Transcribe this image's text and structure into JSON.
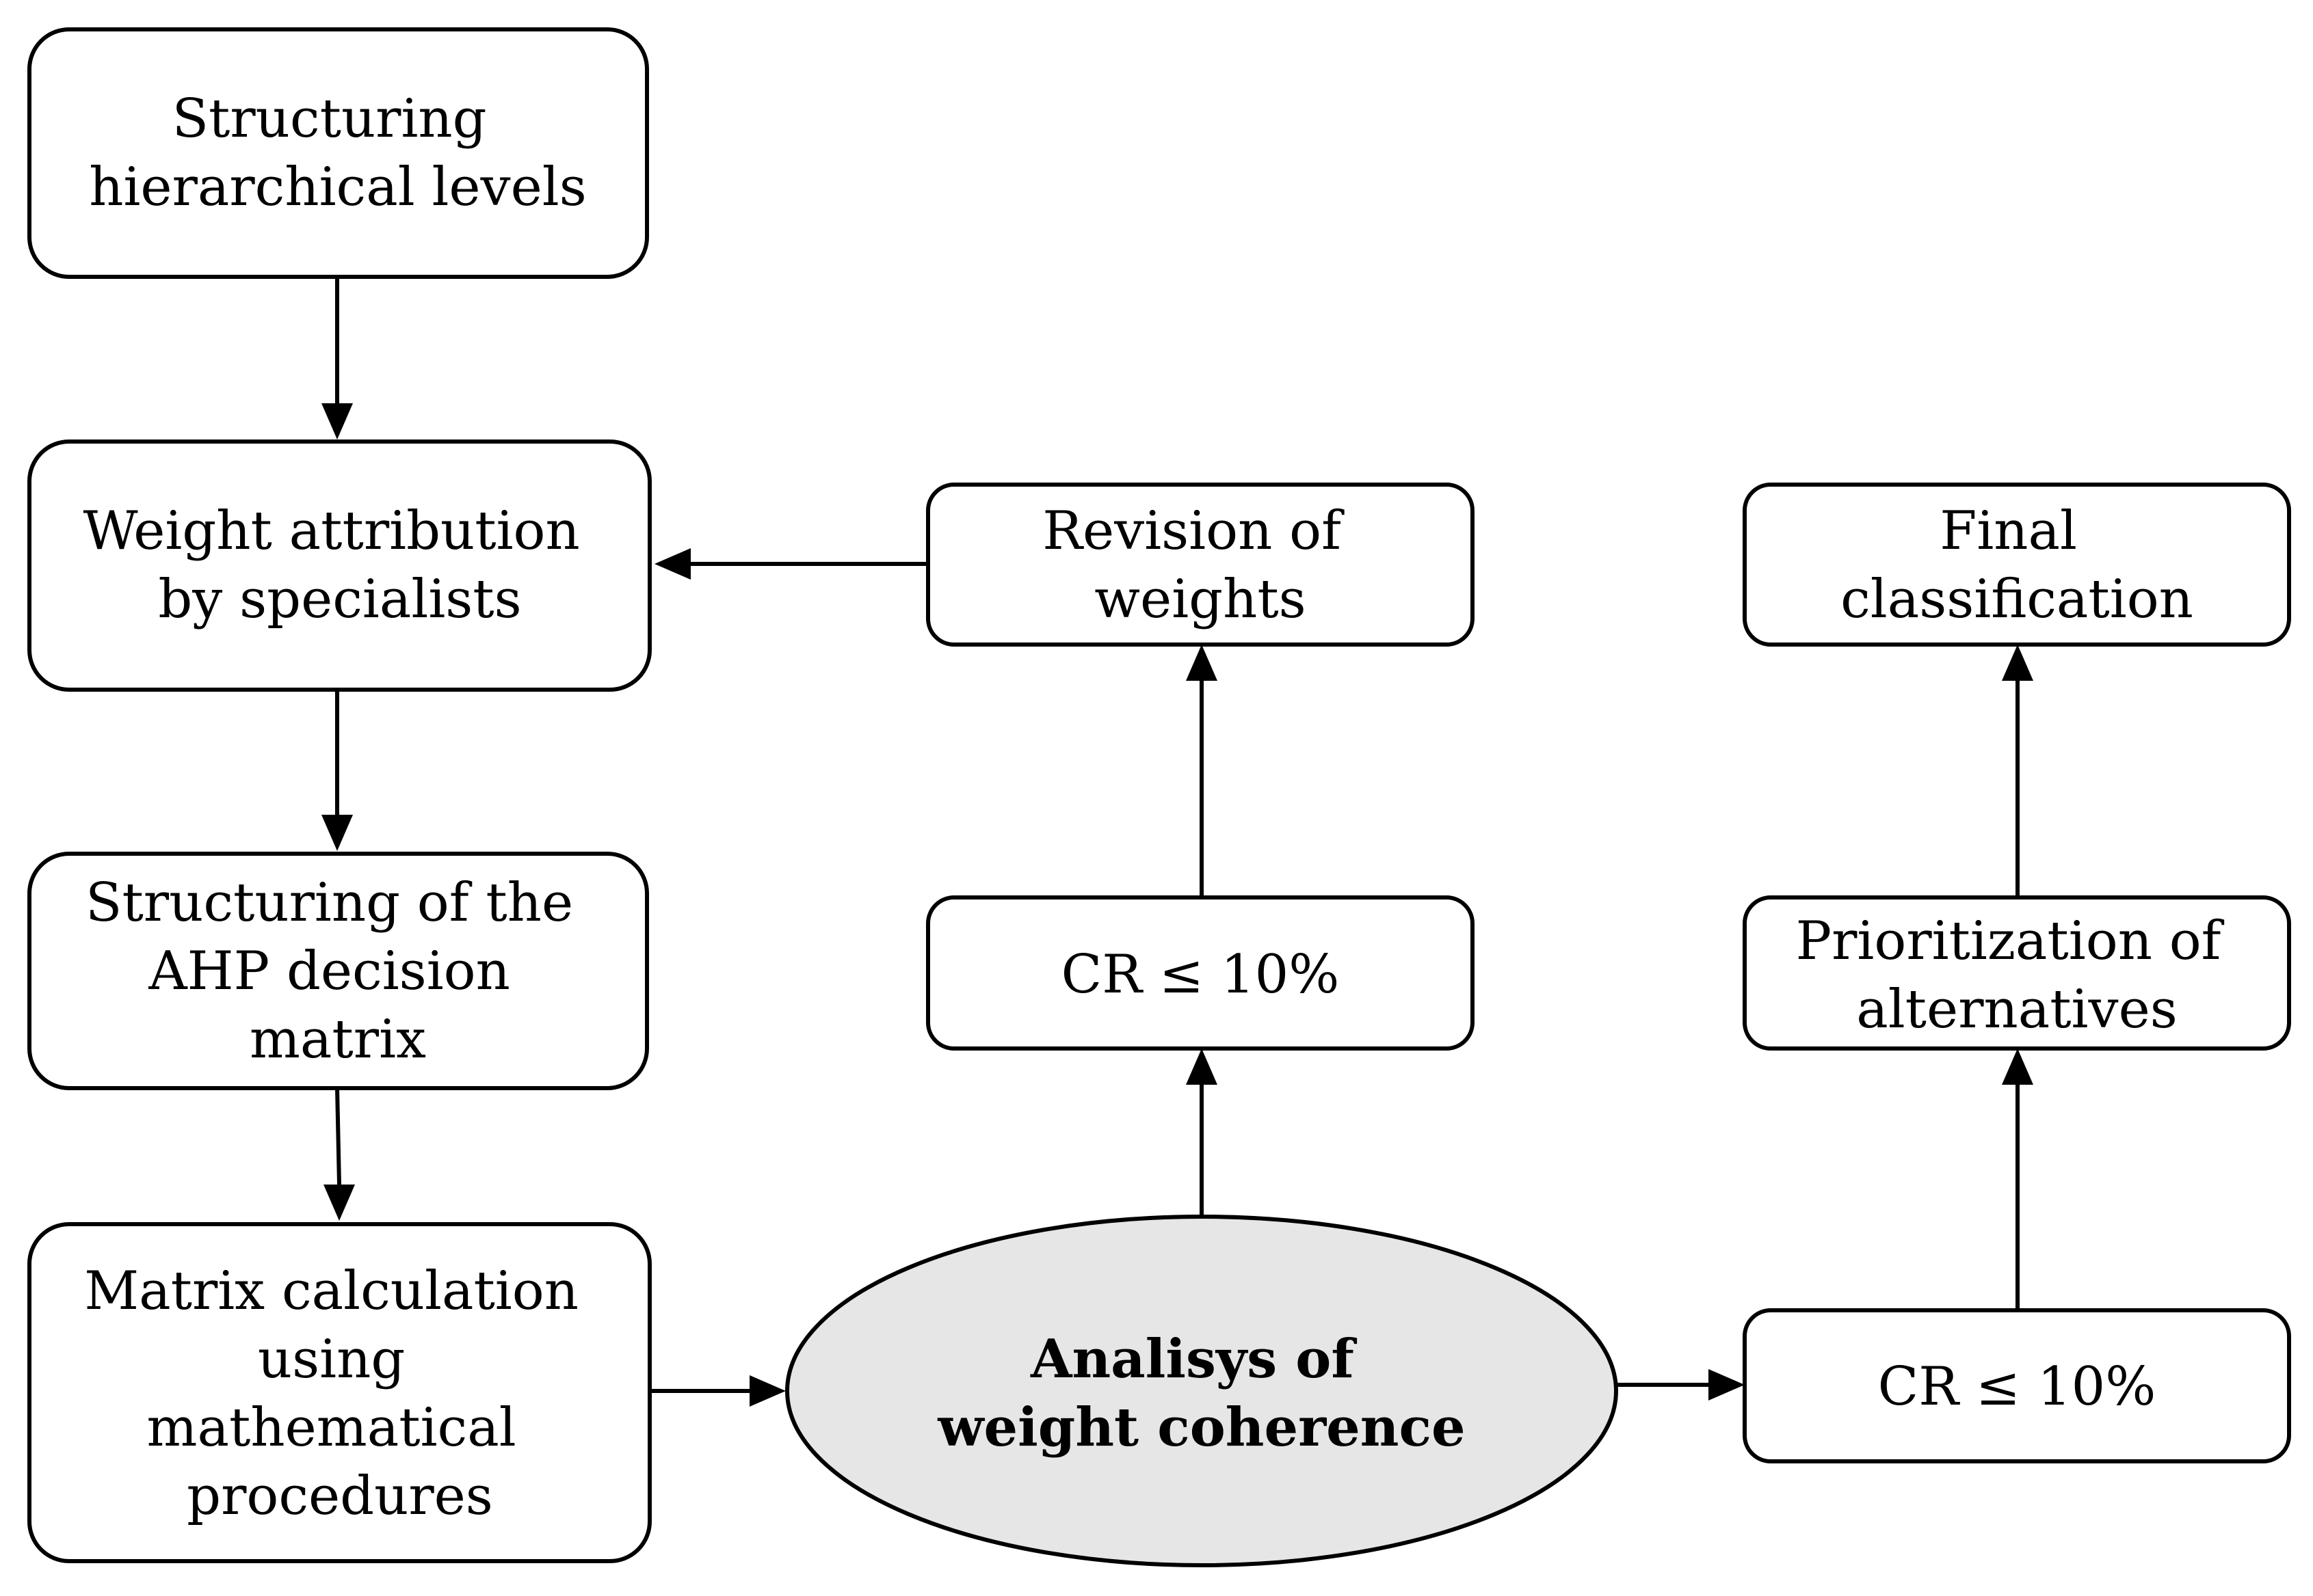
{
  "nodes": {
    "structuring_levels": {
      "lines": [
        "Structuring",
        "hierarchical levels"
      ]
    },
    "weight_attribution": {
      "lines": [
        "Weight attribution",
        "by specialists"
      ]
    },
    "ahp_matrix": {
      "lines": [
        "Structuring of the",
        "AHP decision",
        "matrix"
      ]
    },
    "matrix_calculation": {
      "lines": [
        "Matrix calculation",
        "using",
        "mathematical",
        "procedures"
      ]
    },
    "coherence_analysis": {
      "lines": [
        "Analisys of",
        "weight coherence"
      ]
    },
    "cr_revision": {
      "lines": [
        "CR ≤ 10%"
      ]
    },
    "revision_weights": {
      "lines": [
        "Revision of",
        "weights"
      ]
    },
    "cr_prioritization": {
      "lines": [
        "CR ≤ 10%"
      ]
    },
    "prioritization": {
      "lines": [
        "Prioritization of",
        "alternatives"
      ]
    },
    "final_classification": {
      "lines": [
        "Final",
        "classification"
      ]
    }
  },
  "colors": {
    "stroke": "#000000",
    "fill": "#ffffff",
    "highlight_fill": "#e6e6e6"
  }
}
